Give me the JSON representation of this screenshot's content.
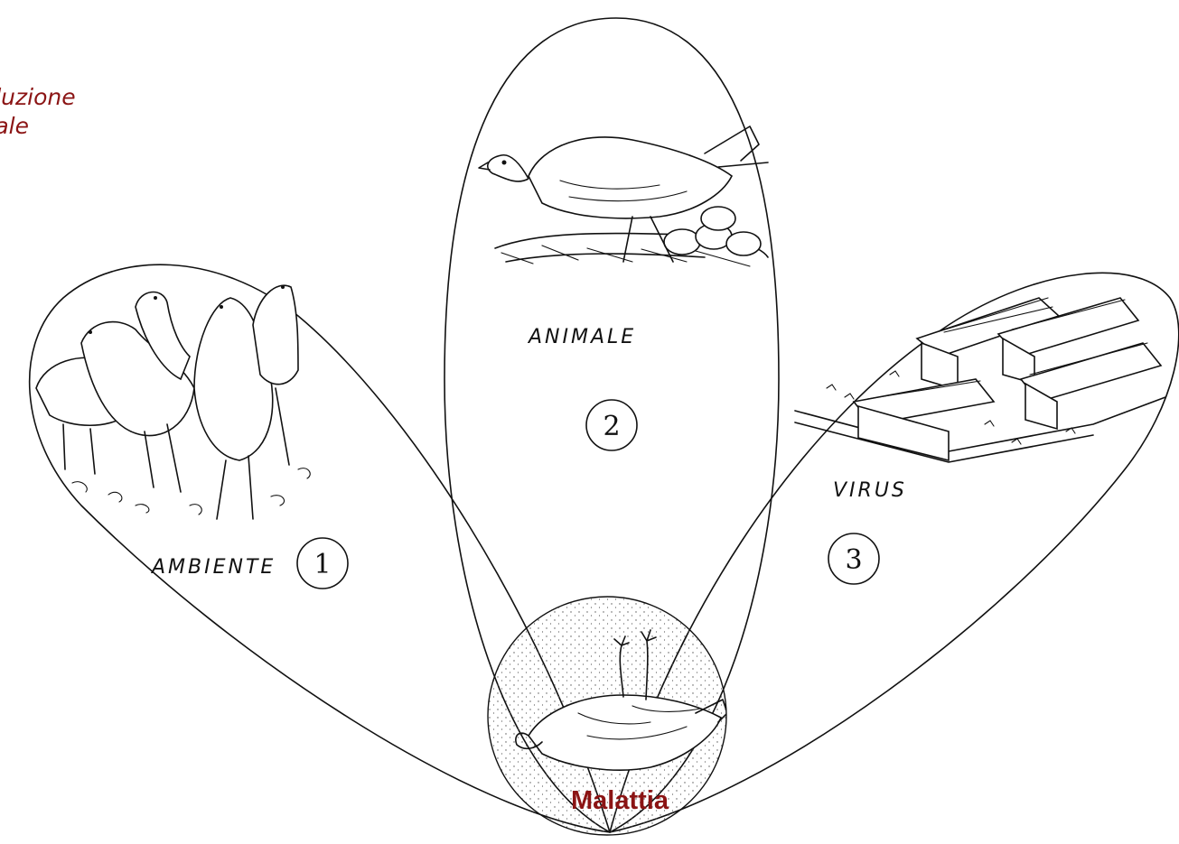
{
  "corner_text": {
    "line1": "oduzione",
    "line2": "male"
  },
  "petals": [
    {
      "label": "AMBIENTE",
      "number": "1"
    },
    {
      "label": "ANIMALE",
      "number": "2"
    },
    {
      "label": "VIRUS",
      "number": "3"
    }
  ],
  "center": {
    "label": "Malattia"
  },
  "colors": {
    "accent": "#8b1414",
    "ink": "#111111",
    "stipple": "#555555"
  },
  "icons": [
    "chickens-group-icon",
    "hen-on-nest-icon",
    "poultry-farm-icon",
    "dead-chicken-icon"
  ]
}
